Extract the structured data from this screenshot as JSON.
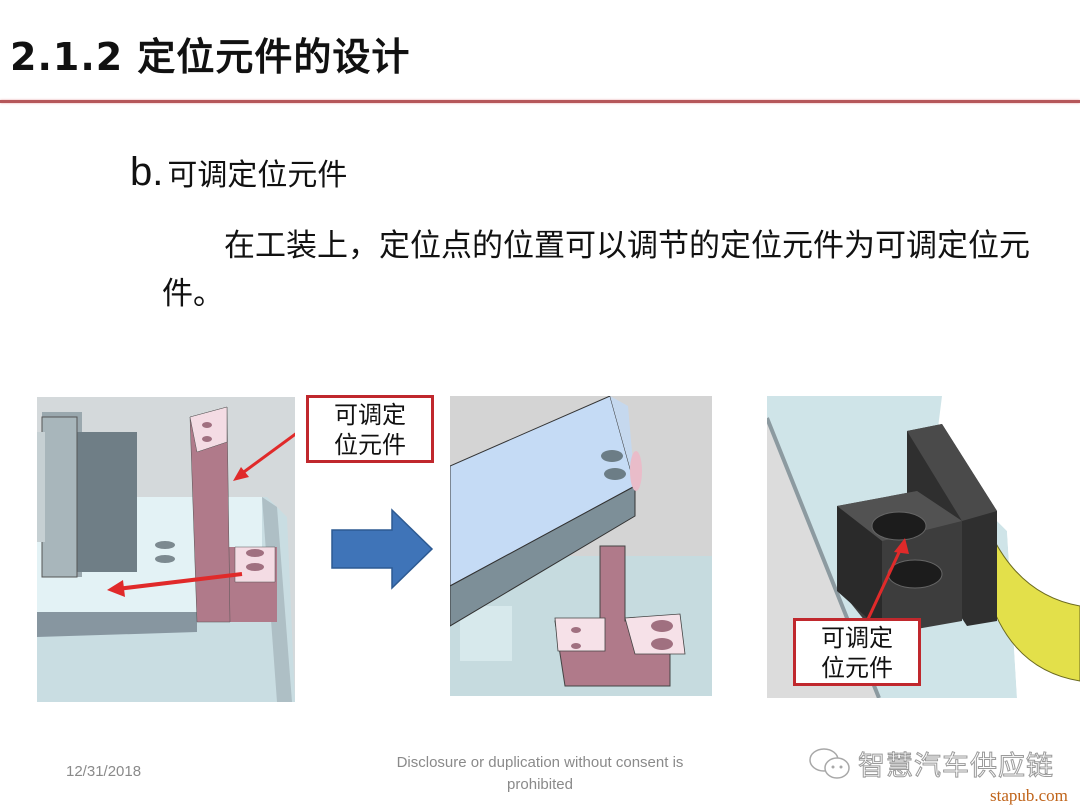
{
  "slide": {
    "title": "2.1.2 定位元件的设计",
    "rule_color": "#b5575a"
  },
  "section": {
    "bullet": "b.",
    "heading": "可调定位元件",
    "paragraph": "在工装上，定位点的位置可以调节的定位元件为可调定位元件。"
  },
  "figures": [
    {
      "name": "before-adjustment",
      "callout": {
        "line1": "可调定",
        "line2": "位元件"
      },
      "colors": {
        "part": "#b07a8a",
        "plate": "#dff0f3",
        "block": "#7f8f95"
      }
    },
    {
      "name": "after-adjustment",
      "colors": {
        "part": "#b07a8a",
        "plate": "#c5dbf5"
      }
    },
    {
      "name": "black-locator",
      "callout": {
        "line1": "可调定",
        "line2": "位元件"
      },
      "colors": {
        "part": "#3c3c3c",
        "ring": "#e3e04a"
      }
    }
  ],
  "arrow": {
    "icon": "right-arrow-icon",
    "color": "#3f74b8"
  },
  "footer": {
    "date": "12/31/2018",
    "note_line1": "Disclosure or duplication without consent is",
    "note_line2": "prohibited",
    "watermark": "智慧汽车供应链",
    "watermark_icon": "wechat-icon",
    "site": "stapub.com"
  },
  "accent_color": "#c0282d"
}
